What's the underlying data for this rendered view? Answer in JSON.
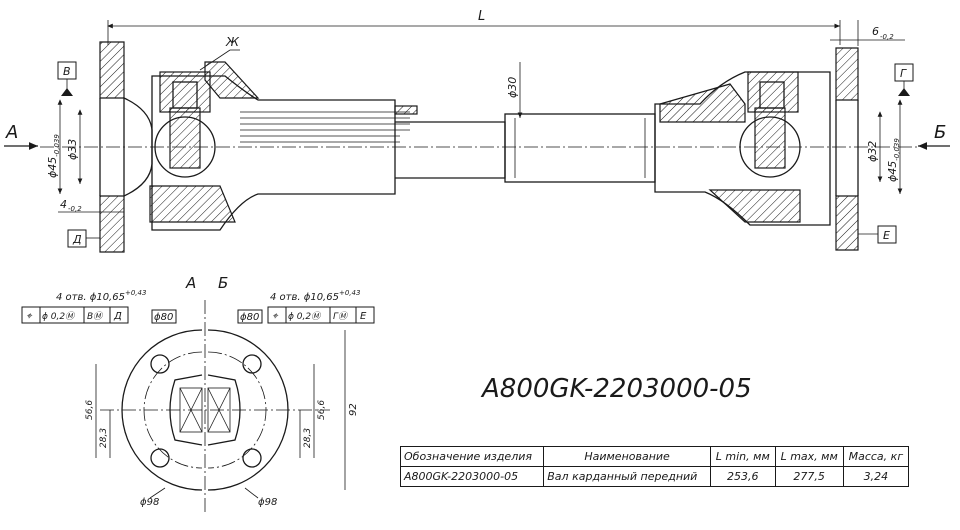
{
  "part_number": "A800GK-2203000-05",
  "dimensions": {
    "overall_length": "L",
    "flange_offset": "6",
    "flange_offset_tol": "-0,2",
    "left_face_offset": "4",
    "left_face_offset_tol": "-0,2",
    "shaft_diameter": "ϕ30",
    "left_bore_a": "ϕ33",
    "left_bore_b": "ϕ45",
    "left_bore_b_tol": "-0,039",
    "right_bore_a": "ϕ32",
    "right_bore_b": "ϕ45",
    "right_bore_b_tol": "-0,039",
    "bolt_circle": "ϕ80",
    "flange_od": "ϕ98",
    "flange_height": "92",
    "square_size": "56,6",
    "half_size": "28,3"
  },
  "datum_labels": {
    "v": "В",
    "d": "Д",
    "g": "Г",
    "e": "Е",
    "detail": "Ж"
  },
  "view_labels": {
    "a": "А",
    "b": "Б"
  },
  "hole_note": {
    "left": "4 отв. ϕ10,65",
    "right": "4 отв. ϕ10,65",
    "tol": "+0,43"
  },
  "tolerance_frames": {
    "left": [
      "⌖",
      "ϕ 0,2Ⓜ",
      "ВⓂ",
      "Д"
    ],
    "right": [
      "⌖",
      "ϕ 0,2Ⓜ",
      "ГⓂ",
      "Е"
    ]
  },
  "table": {
    "headers": [
      "Обозначение изделия",
      "Наименование",
      "L min, мм",
      "L max, мм",
      "Масса, кг"
    ],
    "rows": [
      [
        "A800GK-2203000-05",
        "Вал карданный передний",
        "253,6",
        "277,5",
        "3,24"
      ]
    ]
  }
}
